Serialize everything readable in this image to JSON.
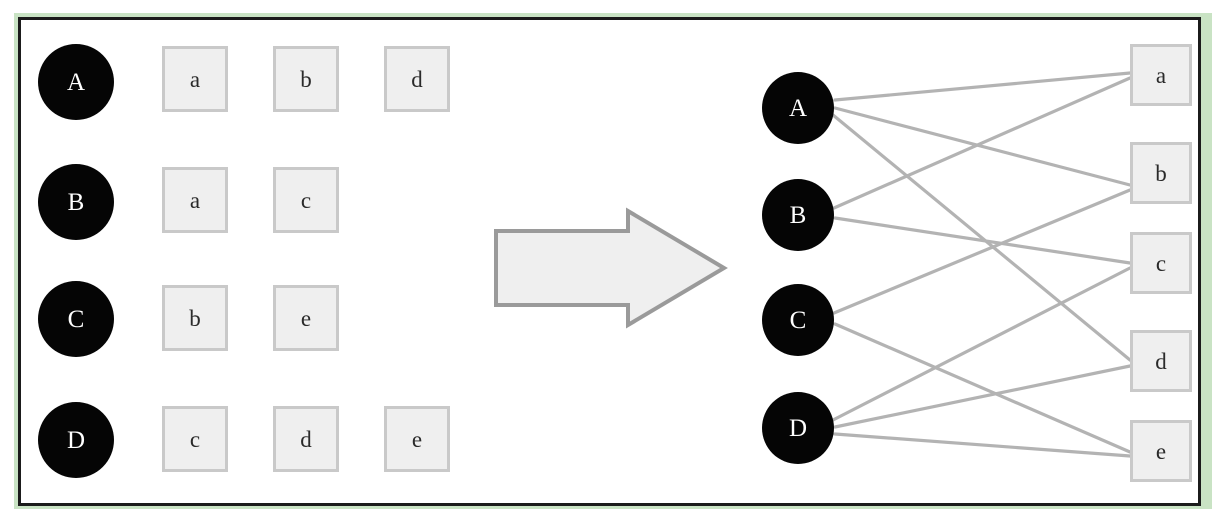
{
  "figure": {
    "title": "",
    "frame_color": "#1b1b1b",
    "accent_band_color": "#c9e3c4",
    "background": "#ffffff",
    "node_color": "#050505",
    "node_text_color": "#ffffff",
    "box_fill": "#efefef",
    "box_border": "#c9c9c9",
    "edge_color": "#b3b3b3",
    "arrow_fill": "#efefef",
    "arrow_border": "#9a9a9a"
  },
  "left_panel": {
    "name": "attribute-list-view",
    "rows": [
      {
        "entity": "A",
        "attributes": [
          "a",
          "b",
          "d"
        ]
      },
      {
        "entity": "B",
        "attributes": [
          "a",
          "c"
        ]
      },
      {
        "entity": "C",
        "attributes": [
          "b",
          "e"
        ]
      },
      {
        "entity": "D",
        "attributes": [
          "c",
          "d",
          "e"
        ]
      }
    ]
  },
  "transform_arrow": {
    "name": "transform-arrow",
    "label": "",
    "direction": "right"
  },
  "right_panel": {
    "name": "bipartite-graph-view",
    "entities": [
      "A",
      "B",
      "C",
      "D"
    ],
    "attributes": [
      "a",
      "b",
      "c",
      "d",
      "e"
    ],
    "edges": [
      {
        "from": "A",
        "to": "a"
      },
      {
        "from": "A",
        "to": "b"
      },
      {
        "from": "A",
        "to": "d"
      },
      {
        "from": "B",
        "to": "a"
      },
      {
        "from": "B",
        "to": "c"
      },
      {
        "from": "C",
        "to": "b"
      },
      {
        "from": "C",
        "to": "e"
      },
      {
        "from": "D",
        "to": "c"
      },
      {
        "from": "D",
        "to": "d"
      },
      {
        "from": "D",
        "to": "e"
      }
    ]
  },
  "chart_data": {
    "type": "diagram",
    "subtype": "bipartite-graph",
    "title": "",
    "left_nodes": [
      "A",
      "B",
      "C",
      "D"
    ],
    "right_nodes": [
      "a",
      "b",
      "c",
      "d",
      "e"
    ],
    "adjacency": {
      "A": [
        "a",
        "b",
        "d"
      ],
      "B": [
        "a",
        "c"
      ],
      "C": [
        "b",
        "e"
      ],
      "D": [
        "c",
        "d",
        "e"
      ]
    },
    "edge_count": 10
  }
}
